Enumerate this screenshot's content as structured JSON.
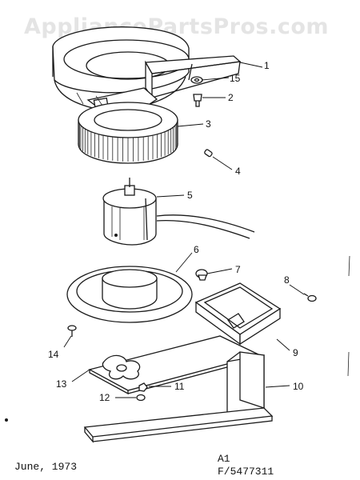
{
  "watermark": "AppliancePartsPros.com",
  "callouts": [
    {
      "id": "1",
      "text": "1"
    },
    {
      "id": "15",
      "text": "15"
    },
    {
      "id": "2",
      "text": "2"
    },
    {
      "id": "3",
      "text": "3"
    },
    {
      "id": "4",
      "text": "4"
    },
    {
      "id": "5",
      "text": "5"
    },
    {
      "id": "6",
      "text": "6"
    },
    {
      "id": "7",
      "text": "7"
    },
    {
      "id": "8",
      "text": "8"
    },
    {
      "id": "9",
      "text": "9"
    },
    {
      "id": "10",
      "text": "10"
    },
    {
      "id": "11",
      "text": "11"
    },
    {
      "id": "12",
      "text": "12"
    },
    {
      "id": "13",
      "text": "13"
    },
    {
      "id": "14",
      "text": "14"
    }
  ],
  "footer": {
    "date": "June, 1973",
    "code_line1": "A1",
    "code_line2": "F/5477311"
  }
}
